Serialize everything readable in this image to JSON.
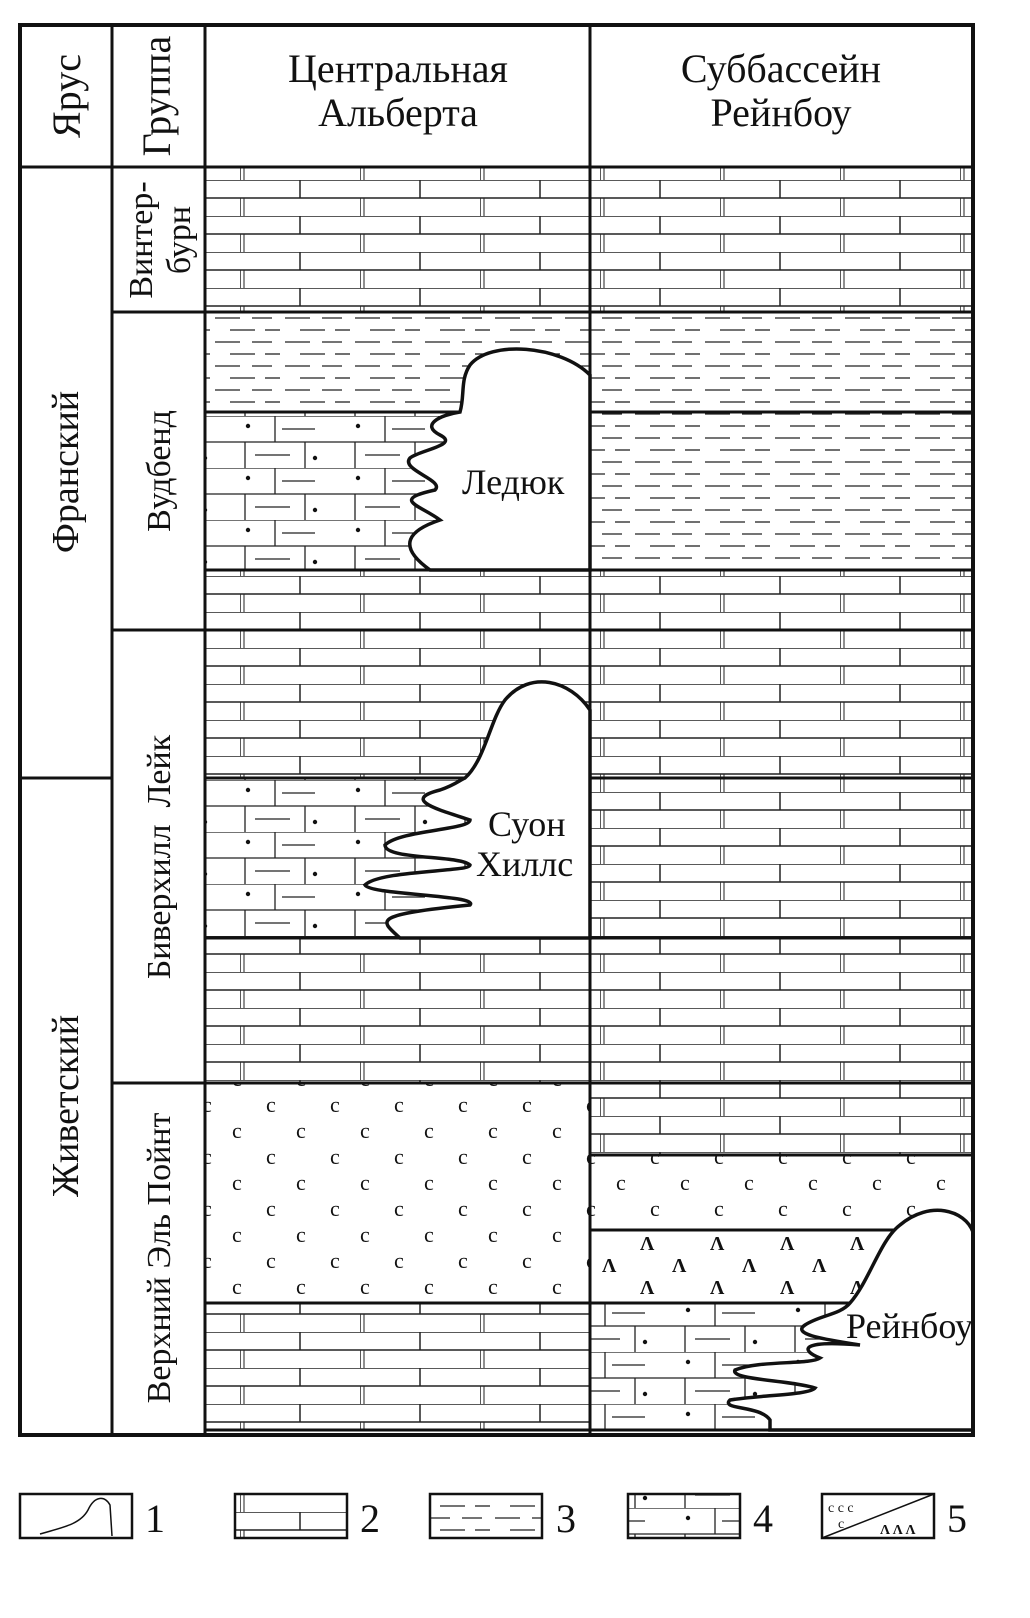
{
  "header": {
    "stage": "Ярус",
    "group": "Группа",
    "col1": [
      "Центральная",
      "Альберта"
    ],
    "col2": [
      "Суббассейн",
      "Рейнбоу"
    ]
  },
  "stages": [
    "Франский",
    "Живетский"
  ],
  "groups": {
    "winterburn": [
      "Винтер-",
      "бурн"
    ],
    "woodbend": "Вудбенд",
    "beaverhill": "Биверхилл  Лейк",
    "elk_point": "Верхний Эль Пойнт"
  },
  "reefs": {
    "leduc": "Ледюк",
    "swan_hills": [
      "Суон",
      "Хиллс"
    ],
    "rainbow": "Рейнбоу"
  },
  "legend": [
    "1",
    "2",
    "3",
    "4",
    "5"
  ],
  "colors": {
    "ink": "#111111",
    "background": "#ffffff"
  }
}
